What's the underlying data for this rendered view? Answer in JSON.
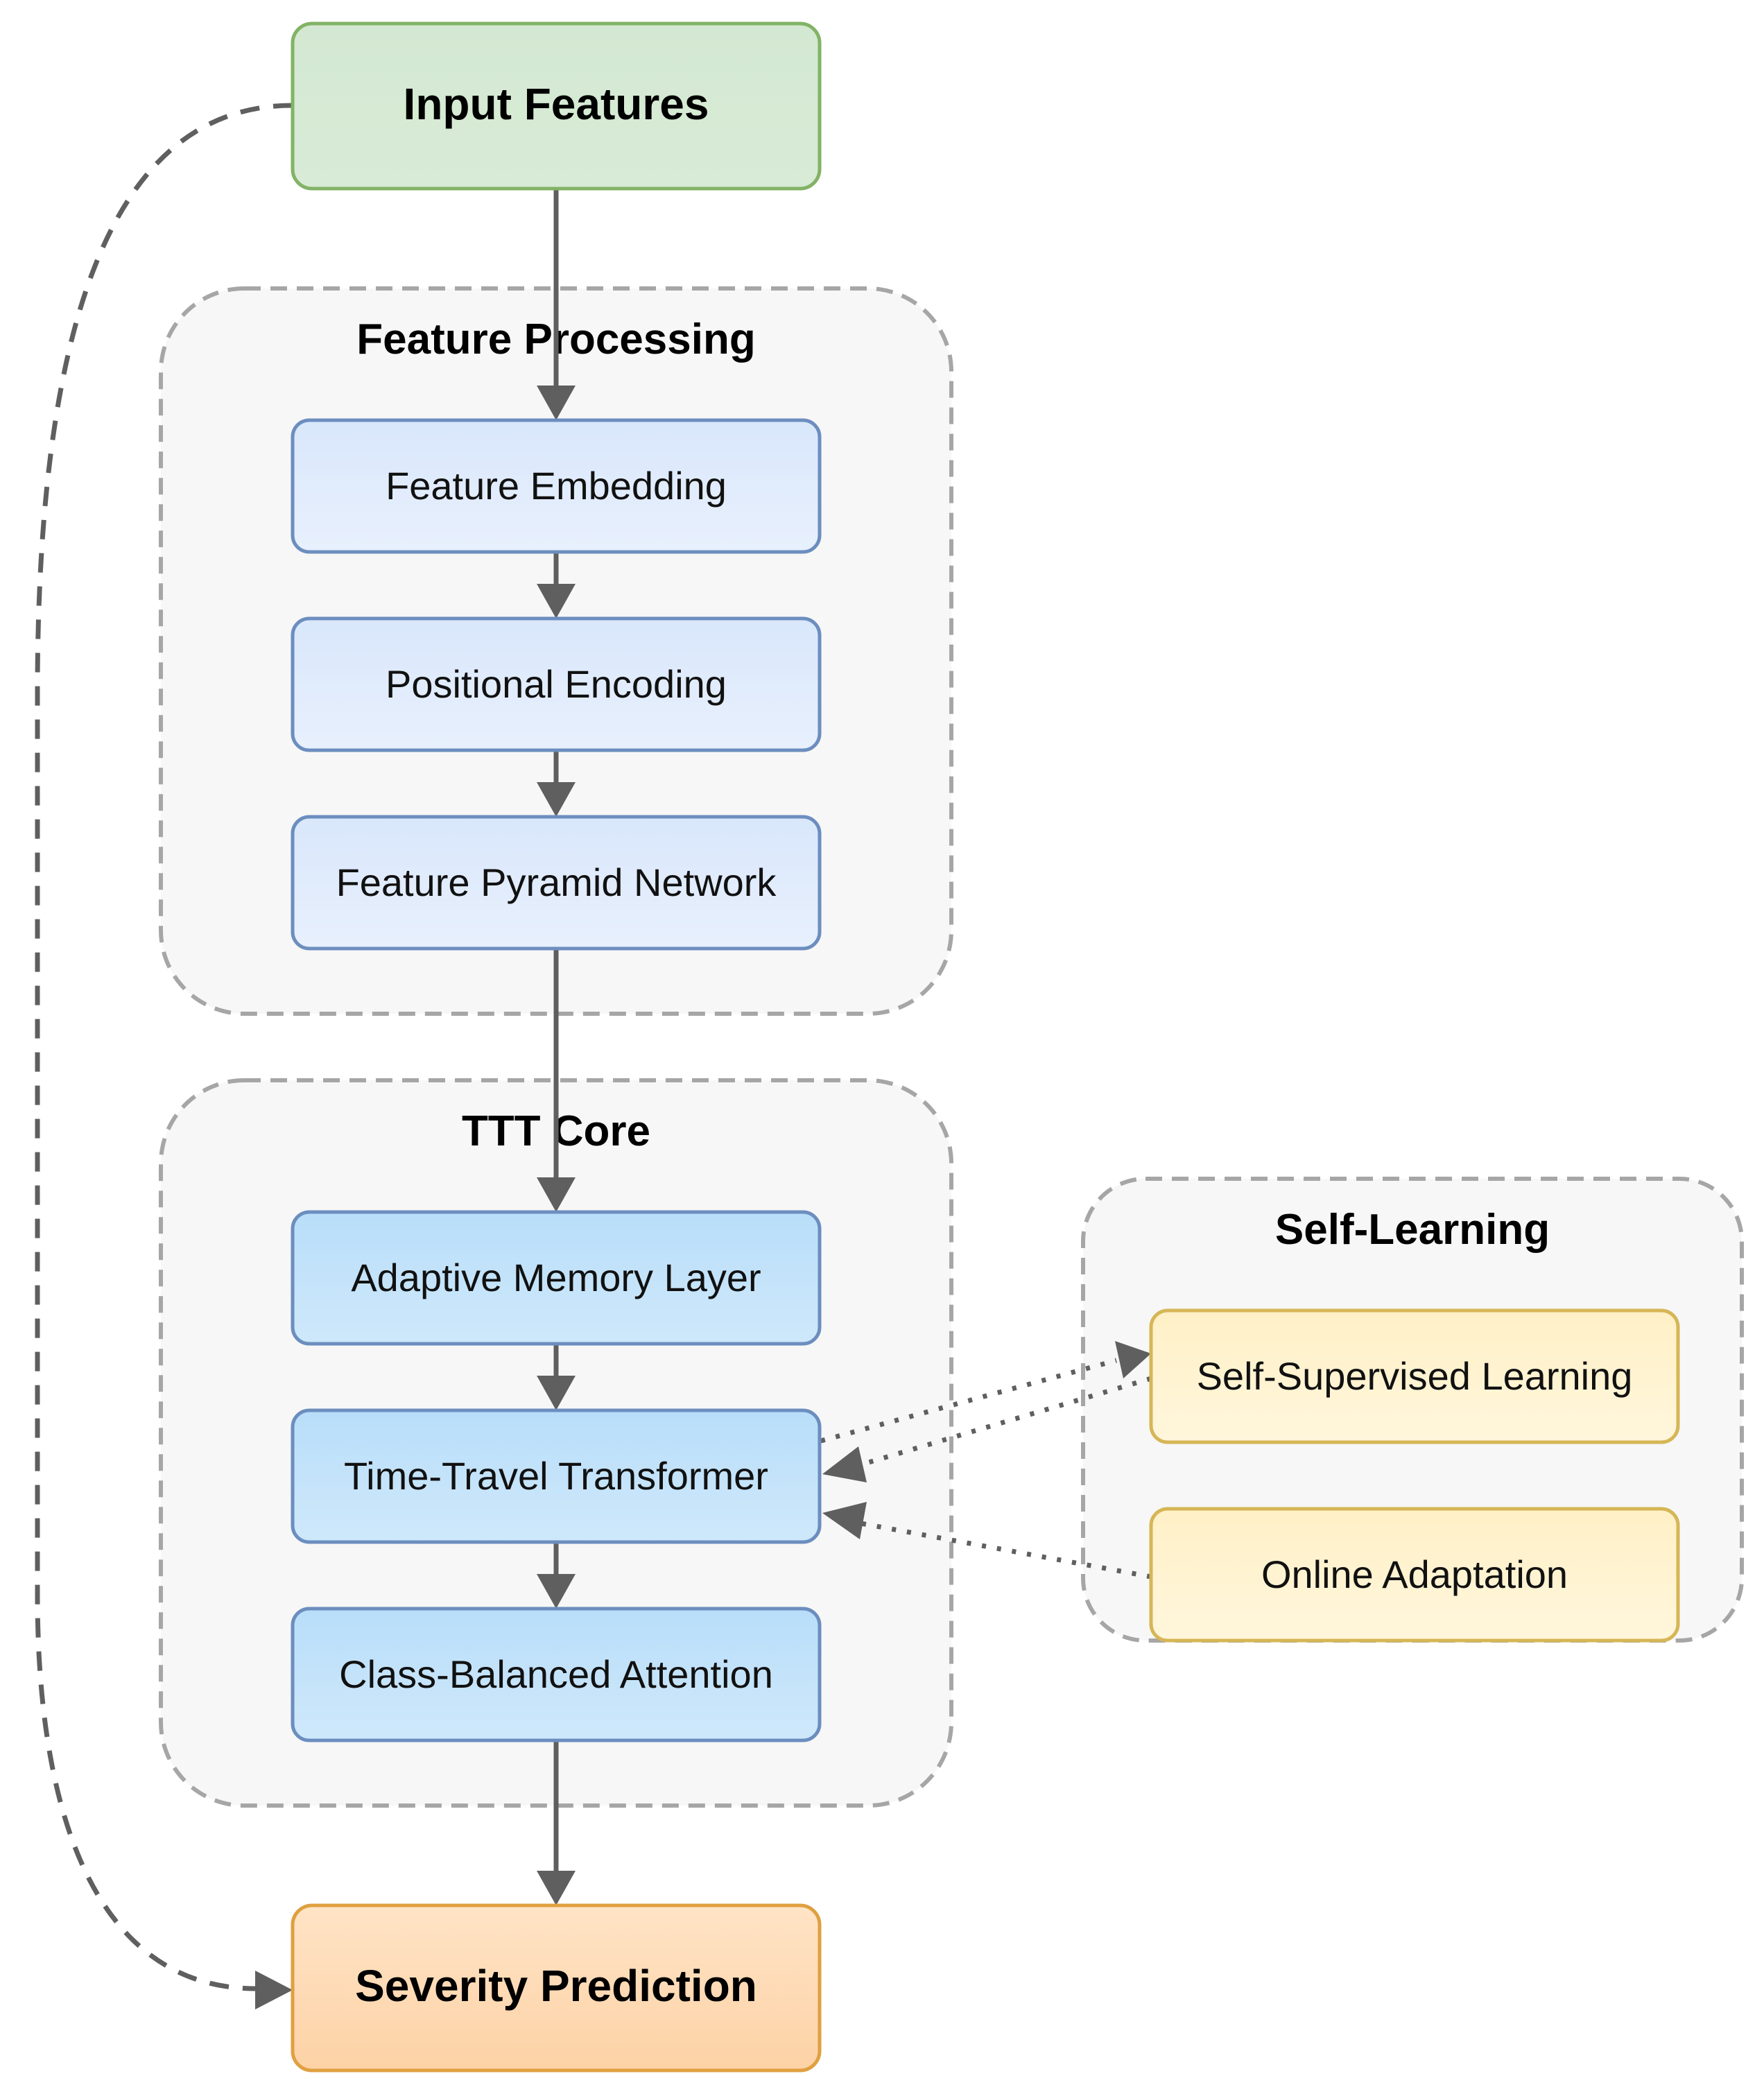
{
  "nodes": {
    "input_features": "Input Features",
    "feature_embedding": "Feature Embedding",
    "positional_encoding": "Positional Encoding",
    "feature_pyramid_network": "Feature Pyramid Network",
    "adaptive_memory_layer": "Adaptive Memory Layer",
    "time_travel_transformer": "Time-Travel Transformer",
    "class_balanced_attention": "Class-Balanced Attention",
    "self_supervised_learning": "Self-Supervised Learning",
    "online_adaptation": "Online Adaptation",
    "severity_prediction": "Severity Prediction"
  },
  "groups": {
    "feature_processing": "Feature Processing",
    "ttt_core": "TTT Core",
    "self_learning": "Self-Learning"
  },
  "colors": {
    "input_fill": "#d5e8d4",
    "input_stroke": "#82b366",
    "processing_fill": "#dae8fc",
    "processing_stroke": "#6c8ebf",
    "core_fill": "#bfe2fb",
    "core_stroke": "#6c8ebf",
    "learning_fill": "#fff2cc",
    "learning_stroke": "#d6b656",
    "output_fill": "#ffe0c0",
    "output_stroke": "#e0a040",
    "group_fill": "#f7f7f7",
    "group_stroke": "#a6a6a6",
    "arrow": "#5f5f5f"
  }
}
